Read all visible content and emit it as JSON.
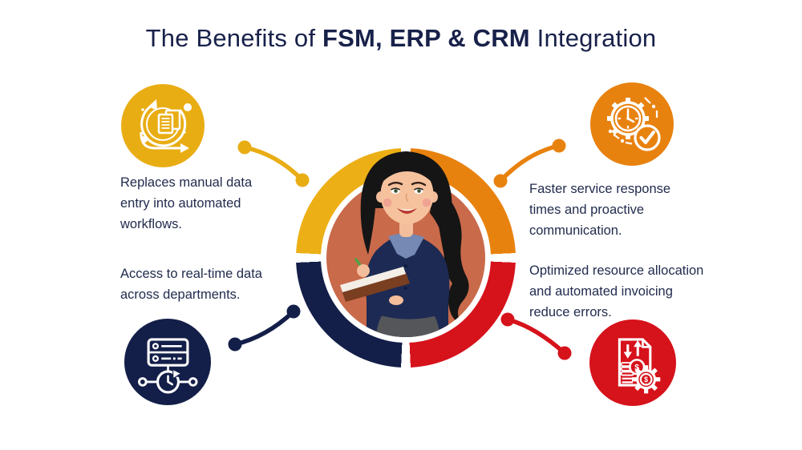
{
  "title": {
    "prefix": "The Benefits of ",
    "emphasis": "FSM, ERP & CRM",
    "suffix": " Integration"
  },
  "benefits": [
    {
      "position": "top-left",
      "icon": "document-automation-cycle-icon",
      "color": "#E9AD14",
      "label": "Replaces manual data entry into automated workflows."
    },
    {
      "position": "bottom-left",
      "icon": "server-realtime-sync-icon",
      "color": "#131F49",
      "label": "Access to real-time data across departments."
    },
    {
      "position": "top-right",
      "icon": "gear-clock-checkmark-icon",
      "color": "#E8820F",
      "label": "Faster service response times and proactive communication."
    },
    {
      "position": "bottom-right",
      "icon": "invoice-dollar-gear-icon",
      "color": "#D6121B",
      "label": "Optimized resource allocation and automated invoicing reduce errors."
    }
  ],
  "center": {
    "ring_colors": {
      "top_left": "#ECAF15",
      "top_right": "#E8820F",
      "bottom_right": "#D6121B",
      "bottom_left": "#131F49"
    },
    "inner_background": "#C96A4A"
  },
  "icons": {
    "dollar": "$"
  }
}
